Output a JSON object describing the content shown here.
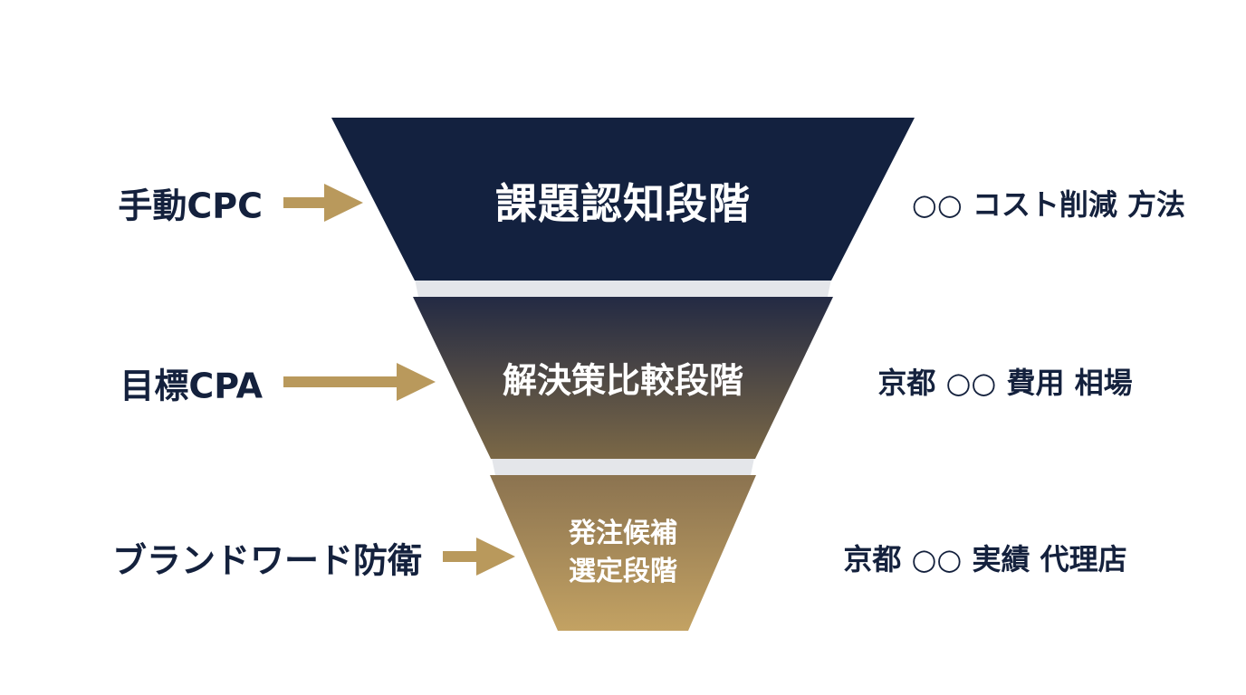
{
  "stages": [
    {
      "label": "課題認知段階",
      "color": "#13213f"
    },
    {
      "label": "解決策比較段階",
      "color_top": "#252a42",
      "color_bottom": "#7a6745"
    },
    {
      "label_line1": "発注候補",
      "label_line2": "選定段階",
      "color_top": "#8e7650",
      "color_bottom": "#c0a062"
    }
  ],
  "left_labels": [
    "手動CPC",
    "目標CPA",
    "ブランドワード防衛"
  ],
  "right_labels": [
    "○○ コスト削減 方法",
    "京都 ○○ 費用 相場",
    "京都 ○○ 実績 代理店"
  ],
  "colors": {
    "navy": "#13213f",
    "gold": "#c0a062",
    "arrow": "#b9995c",
    "separator": "#e4e6ea",
    "text": "#14213d"
  }
}
